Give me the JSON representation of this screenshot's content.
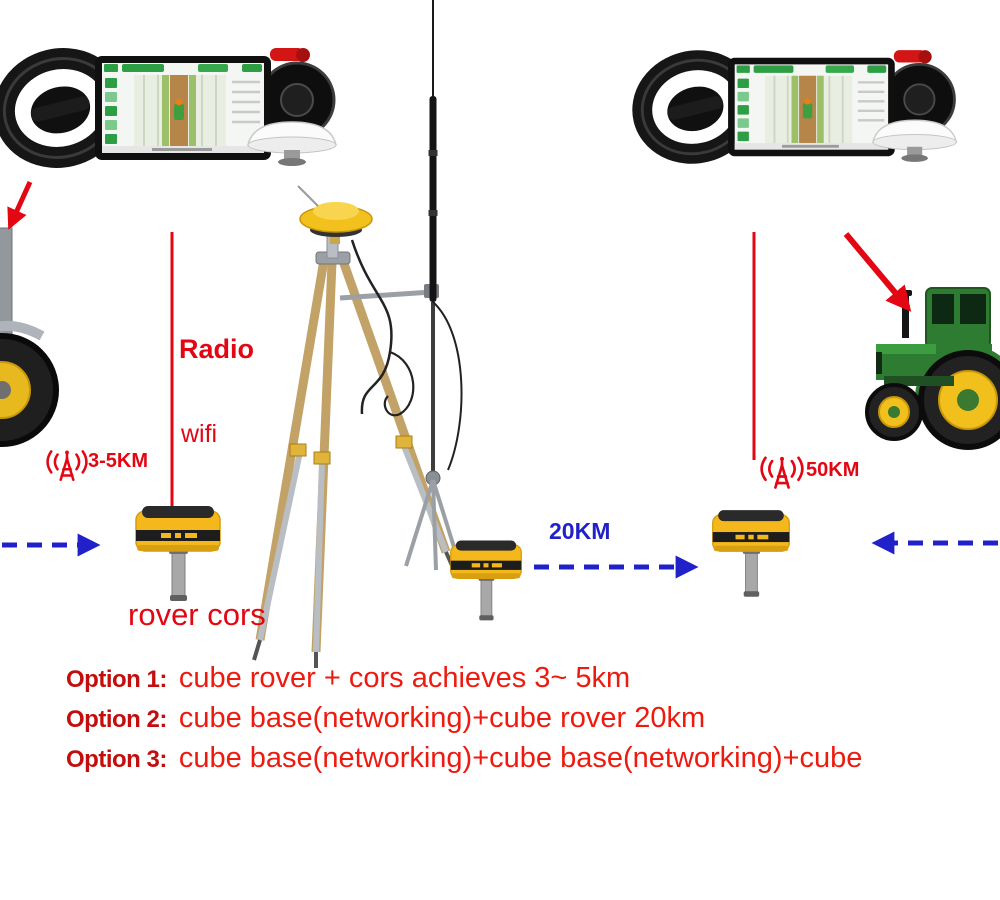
{
  "colors": {
    "red_accent": "#e30613",
    "blue_accent": "#2121c9",
    "option_label_red": "#c40d0d",
    "option_text_red": "#ef1a0f",
    "receiver_yellow": "#f4b81c",
    "tractor_green": "#2e7c31"
  },
  "labels": {
    "radio": "Radio",
    "wifi": "wifi",
    "left_range": "3-5KM",
    "mid_range": "20KM",
    "right_range": "50KM",
    "rover_cors": "rover cors"
  },
  "options": [
    {
      "label": "Option 1:",
      "text": "cube rover + cors achieves  3~ 5km"
    },
    {
      "label": "Option 2:",
      "text": "cube base(networking)+cube rover  20km"
    },
    {
      "label": "Option 3:",
      "text": "cube base(networking)+cube base(networking)+cube"
    }
  ]
}
